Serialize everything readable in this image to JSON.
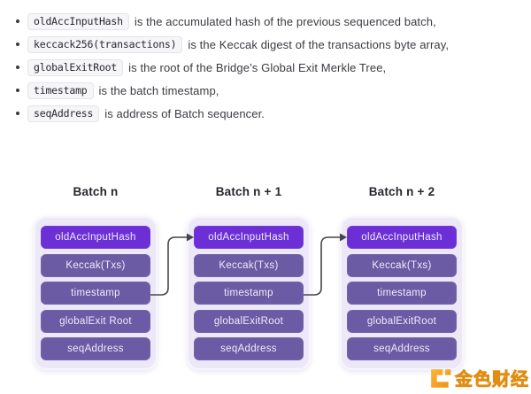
{
  "bullets": [
    {
      "code": "oldAccInputHash",
      "text": "is the accumulated hash of the previous sequenced batch,"
    },
    {
      "code": "keccack256(transactions)",
      "text": "is the Keccak digest of the transactions byte array,"
    },
    {
      "code": "globalExitRoot",
      "text": "is the root of the Bridge’s Global Exit Merkle Tree,"
    },
    {
      "code": "timestamp",
      "text": "is the batch timestamp,"
    },
    {
      "code": "seqAddress",
      "text": "is address of Batch sequencer."
    }
  ],
  "diagram": {
    "batches": [
      {
        "label": "Batch n",
        "rows": [
          "oldAccInputHash",
          "Keccak(Txs)",
          "timestamp",
          "globalExit Root",
          "seqAddress"
        ]
      },
      {
        "label": "Batch n + 1",
        "rows": [
          "oldAccInputHash",
          "Keccak(Txs)",
          "timestamp",
          "globalExitRoot",
          "seqAddress"
        ]
      },
      {
        "label": "Batch n + 2",
        "rows": [
          "oldAccInputHash",
          "Keccak(Txs)",
          "timestamp",
          "globalExitRoot",
          "seqAddress"
        ]
      }
    ],
    "colors": {
      "highlight_row": "#6c2fd6",
      "row": "#6b5ba4",
      "container": "#ece8f7",
      "arrow": "#45454d"
    }
  },
  "watermark": {
    "text": "金色财经",
    "color": "#f9b02f"
  }
}
